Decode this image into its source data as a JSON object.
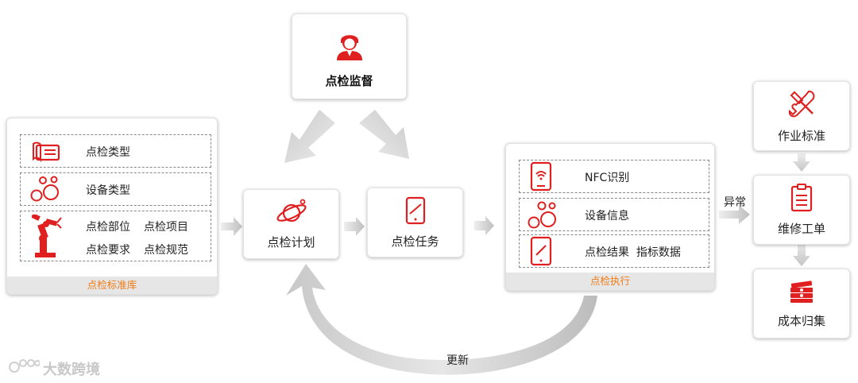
{
  "library_panel": {
    "footer": "点检标准库",
    "items": [
      {
        "label": "点检类型",
        "icon": "document-icon"
      },
      {
        "label": "设备类型",
        "icon": "bubbles-icon"
      }
    ],
    "robot_items": {
      "row1": [
        "点检部位",
        "点检项目"
      ],
      "row2": [
        "点检要求",
        "点检规范"
      ],
      "icon": "robot-arm-icon"
    }
  },
  "supervision": {
    "label": "点检监督",
    "icon": "person-icon"
  },
  "plan": {
    "label": "点检计划",
    "icon": "planet-icon"
  },
  "task": {
    "label": "点检任务",
    "icon": "tablet-icon"
  },
  "execution_panel": {
    "footer": "点检执行",
    "items": [
      {
        "label": "NFC识别",
        "icon": "nfc-tablet-icon"
      },
      {
        "label": "设备信息",
        "icon": "bubbles-icon"
      },
      {
        "label": "点检结果  指标数据",
        "icon": "tablet-icon"
      }
    ]
  },
  "anomaly_label": "异常",
  "work_standard": {
    "label": "作业标准",
    "icon": "tools-icon"
  },
  "repair_order": {
    "label": "维修工单",
    "icon": "clipboard-icon"
  },
  "cost": {
    "label": "成本归集",
    "icon": "money-stack-icon"
  },
  "update_label": "更新",
  "watermark": "大数跨境",
  "colors": {
    "accent": "#e02020",
    "footer_text": "#f07a14",
    "arrow": "#d4d4d4"
  }
}
